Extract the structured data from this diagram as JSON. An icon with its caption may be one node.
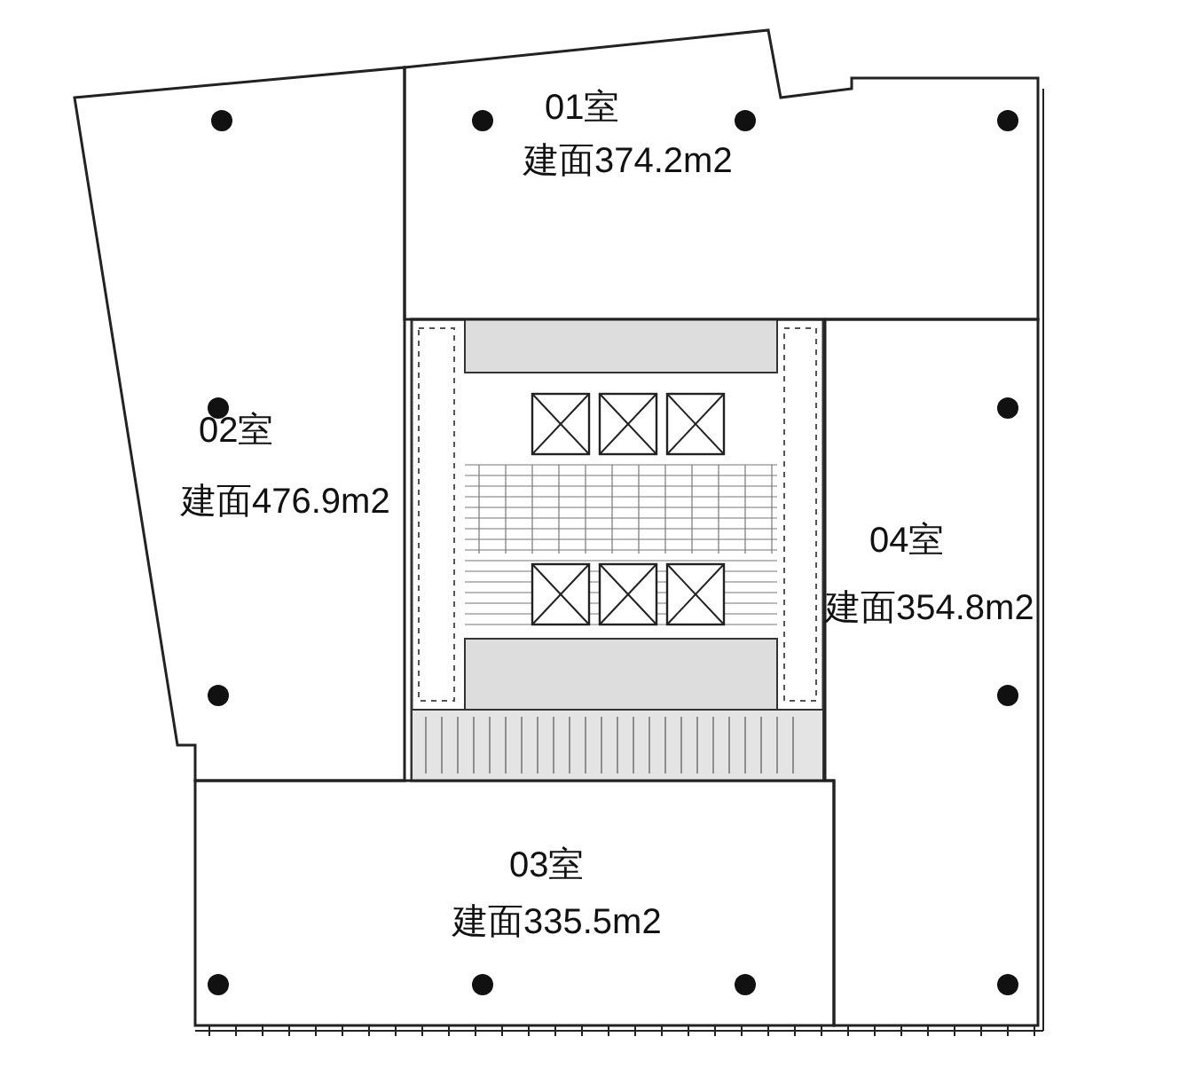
{
  "diagram": {
    "nodes": [
      {
        "text": [
          "01室",
          "建面374.2m2"
        ]
      },
      {
        "text": [
          "02室",
          "建面476.9m2"
        ]
      },
      {
        "text": [
          "04室",
          "建面354.8m2"
        ]
      },
      {
        "text": [
          "03室",
          "建面335.5m2"
        ]
      }
    ]
  }
}
